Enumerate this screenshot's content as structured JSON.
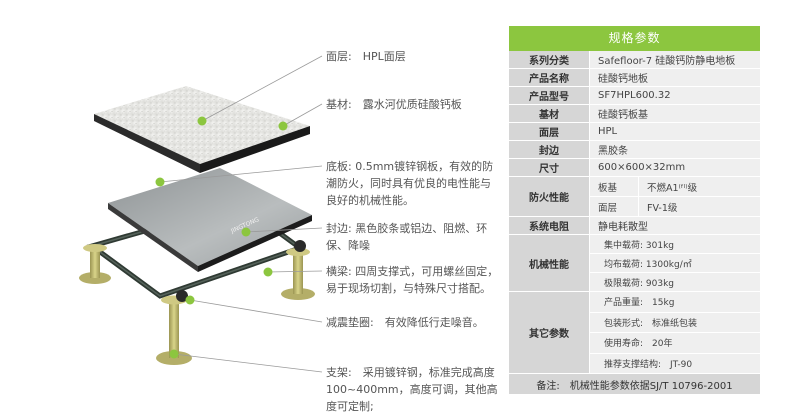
{
  "diagram": {
    "callouts": {
      "surface": "面层:　HPL面层",
      "base": "基材:　露水河优质硅酸钙板",
      "bottom": "底板: 0.5mm镀锌钢板，有效的防潮防火，同时具有优良的电性能与良好的机械性能。",
      "edge": "封边: 黑色胶条或铝边、阻燃、环保、降噪",
      "beam": "横梁: 四周支撑式，可用螺丝固定，易于现场切割，与特殊尺寸搭配。",
      "pad": "减震垫圈:　有效降低行走噪音。",
      "support": "支架:　采用镀锌钢，标准完成高度100~400mm，高度可调，其他高度可定制;"
    },
    "edge_brand": "JINGTONG",
    "colors": {
      "accent": "#8cc63f",
      "pedestal": "#c7c27a",
      "beam": "#2f3a33"
    }
  },
  "spec": {
    "title": "规格参数",
    "rows": [
      {
        "key": "系列分类",
        "value": "Safefloor-7 硅酸钙防静电地板"
      },
      {
        "key": "产品名称",
        "value": "硅酸钙地板"
      },
      {
        "key": "产品型号",
        "value": "SF7HPL600.32"
      },
      {
        "key": "基材",
        "value": "硅酸钙板基"
      },
      {
        "key": "面层",
        "value": "HPL"
      },
      {
        "key": "封边",
        "value": "黑胶条"
      },
      {
        "key": "尺寸",
        "value": "600×600×32mm"
      }
    ],
    "fire": {
      "key": "防火性能",
      "items": [
        {
          "sub": "板基",
          "value": "不燃A1⁽ᶠˡ⁾级"
        },
        {
          "sub": "面层",
          "value": "FV-1级"
        }
      ]
    },
    "esd": {
      "key": "系统电阻",
      "value": "静电耗散型"
    },
    "mech": {
      "key": "机械性能",
      "items": [
        "集中载荷: 301kg",
        "均布载荷: 1300kg/㎡",
        "极限载荷: 903kg"
      ]
    },
    "other": {
      "key": "其它参数",
      "items": [
        "产品重量:　15kg",
        "包装形式:　标准纸包装",
        "使用寿命:　20年",
        "推荐支撑结构:　JT-90"
      ]
    },
    "note": "备注:　机械性能参数依据SJ/T 10796-2001"
  }
}
